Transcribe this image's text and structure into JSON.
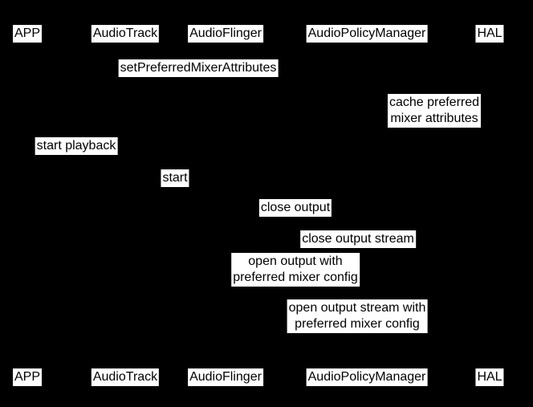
{
  "colors": {
    "background": "#000000",
    "label_background": "#ffffff",
    "label_text": "#000000"
  },
  "participants": [
    {
      "label": "APP"
    },
    {
      "label": "AudioTrack"
    },
    {
      "label": "AudioFlinger"
    },
    {
      "label": "AudioPolicyManager"
    },
    {
      "label": "HAL"
    }
  ],
  "messages": [
    {
      "label": "setPreferredMixerAttributes"
    },
    {
      "label": "cache preferred\nmixer attributes"
    },
    {
      "label": "start playback"
    },
    {
      "label": "start"
    },
    {
      "label": "close output"
    },
    {
      "label": "close output stream"
    },
    {
      "label": "open output with\npreferred mixer config"
    },
    {
      "label": "open output stream with\npreferred mixer config"
    }
  ]
}
